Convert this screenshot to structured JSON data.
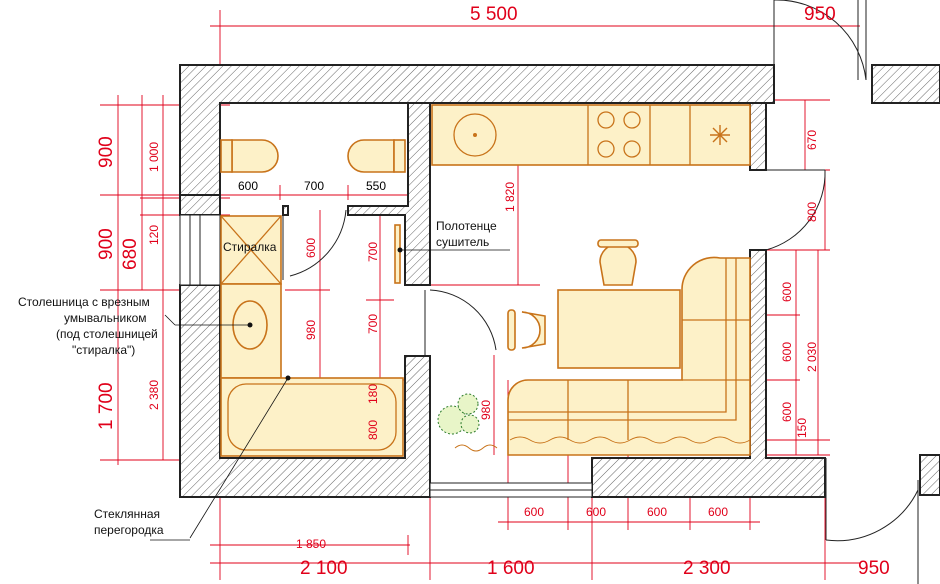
{
  "dimensions": {
    "top_total": "5 500",
    "top_door": "950",
    "bottom_door": "950",
    "left_900a": "900",
    "left_900b": "900",
    "left_680": "680",
    "left_1700": "1 700",
    "left_1000": "1 000",
    "left_120": "120",
    "left_2380": "2 380",
    "bottom_2100": "2 100",
    "bottom_1600": "1 600",
    "bottom_2300": "2 300",
    "bottom_1850": "1 850",
    "wc_600": "600",
    "wc_700": "700",
    "wc_550": "550",
    "wash_600": "600",
    "hall_700a": "700",
    "hall_700b": "700",
    "vanity_980": "980",
    "bath_180": "180",
    "bath_800": "800",
    "kitchen_1820": "1 820",
    "kitchen_980": "980",
    "right_670": "670",
    "right_800": "800",
    "right_600a": "600",
    "right_600b": "600",
    "right_600c": "600",
    "right_150": "150",
    "right_2030": "2 030",
    "sofa_600a": "600",
    "sofa_600b": "600",
    "sofa_600c": "600",
    "sofa_600d": "600"
  },
  "labels": {
    "washer": "Стиралка",
    "towel_line1": "Полотенце",
    "towel_line2": "сушитель",
    "counter_line1": "Столешница с врезным",
    "counter_line2": "умывальником",
    "counter_line3": "(под столешницей",
    "counter_line4": "\"стиралка\")",
    "glass_line1": "Стеклянная",
    "glass_line2": "перегородка"
  }
}
